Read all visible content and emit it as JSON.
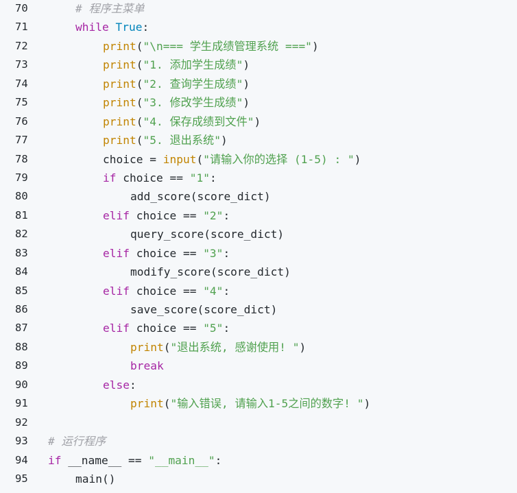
{
  "code_view": {
    "lines": [
      {
        "num": "70",
        "indent": 1,
        "tokens": [
          {
            "t": "cm",
            "v": "# 程序主菜单"
          }
        ]
      },
      {
        "num": "71",
        "indent": 1,
        "tokens": [
          {
            "t": "kw",
            "v": "while"
          },
          {
            "t": "plain",
            "v": " "
          },
          {
            "t": "bool",
            "v": "True"
          },
          {
            "t": "plain",
            "v": ":"
          }
        ]
      },
      {
        "num": "72",
        "indent": 2,
        "tokens": [
          {
            "t": "fn",
            "v": "print"
          },
          {
            "t": "plain",
            "v": "("
          },
          {
            "t": "str",
            "v": "\"\\n=== 学生成绩管理系统 ===\""
          },
          {
            "t": "plain",
            "v": ")"
          }
        ]
      },
      {
        "num": "73",
        "indent": 2,
        "tokens": [
          {
            "t": "fn",
            "v": "print"
          },
          {
            "t": "plain",
            "v": "("
          },
          {
            "t": "str",
            "v": "\"1. 添加学生成绩\""
          },
          {
            "t": "plain",
            "v": ")"
          }
        ]
      },
      {
        "num": "74",
        "indent": 2,
        "tokens": [
          {
            "t": "fn",
            "v": "print"
          },
          {
            "t": "plain",
            "v": "("
          },
          {
            "t": "str",
            "v": "\"2. 查询学生成绩\""
          },
          {
            "t": "plain",
            "v": ")"
          }
        ]
      },
      {
        "num": "75",
        "indent": 2,
        "tokens": [
          {
            "t": "fn",
            "v": "print"
          },
          {
            "t": "plain",
            "v": "("
          },
          {
            "t": "str",
            "v": "\"3. 修改学生成绩\""
          },
          {
            "t": "plain",
            "v": ")"
          }
        ]
      },
      {
        "num": "76",
        "indent": 2,
        "tokens": [
          {
            "t": "fn",
            "v": "print"
          },
          {
            "t": "plain",
            "v": "("
          },
          {
            "t": "str",
            "v": "\"4. 保存成绩到文件\""
          },
          {
            "t": "plain",
            "v": ")"
          }
        ]
      },
      {
        "num": "77",
        "indent": 2,
        "tokens": [
          {
            "t": "fn",
            "v": "print"
          },
          {
            "t": "plain",
            "v": "("
          },
          {
            "t": "str",
            "v": "\"5. 退出系统\""
          },
          {
            "t": "plain",
            "v": ")"
          }
        ]
      },
      {
        "num": "78",
        "indent": 2,
        "tokens": [
          {
            "t": "plain",
            "v": "choice = "
          },
          {
            "t": "fn",
            "v": "input"
          },
          {
            "t": "plain",
            "v": "("
          },
          {
            "t": "str",
            "v": "\"请输入你的选择 (1-5) : \""
          },
          {
            "t": "plain",
            "v": ")"
          }
        ]
      },
      {
        "num": "79",
        "indent": 2,
        "tokens": [
          {
            "t": "kw",
            "v": "if"
          },
          {
            "t": "plain",
            "v": " choice == "
          },
          {
            "t": "str",
            "v": "\"1\""
          },
          {
            "t": "plain",
            "v": ":"
          }
        ]
      },
      {
        "num": "80",
        "indent": 3,
        "tokens": [
          {
            "t": "plain",
            "v": "add_score(score_dict)"
          }
        ]
      },
      {
        "num": "81",
        "indent": 2,
        "tokens": [
          {
            "t": "kw",
            "v": "elif"
          },
          {
            "t": "plain",
            "v": " choice == "
          },
          {
            "t": "str",
            "v": "\"2\""
          },
          {
            "t": "plain",
            "v": ":"
          }
        ]
      },
      {
        "num": "82",
        "indent": 3,
        "tokens": [
          {
            "t": "plain",
            "v": "query_score(score_dict)"
          }
        ]
      },
      {
        "num": "83",
        "indent": 2,
        "tokens": [
          {
            "t": "kw",
            "v": "elif"
          },
          {
            "t": "plain",
            "v": " choice == "
          },
          {
            "t": "str",
            "v": "\"3\""
          },
          {
            "t": "plain",
            "v": ":"
          }
        ]
      },
      {
        "num": "84",
        "indent": 3,
        "tokens": [
          {
            "t": "plain",
            "v": "modify_score(score_dict)"
          }
        ]
      },
      {
        "num": "85",
        "indent": 2,
        "tokens": [
          {
            "t": "kw",
            "v": "elif"
          },
          {
            "t": "plain",
            "v": " choice == "
          },
          {
            "t": "str",
            "v": "\"4\""
          },
          {
            "t": "plain",
            "v": ":"
          }
        ]
      },
      {
        "num": "86",
        "indent": 3,
        "tokens": [
          {
            "t": "plain",
            "v": "save_score(score_dict)"
          }
        ]
      },
      {
        "num": "87",
        "indent": 2,
        "tokens": [
          {
            "t": "kw",
            "v": "elif"
          },
          {
            "t": "plain",
            "v": " choice == "
          },
          {
            "t": "str",
            "v": "\"5\""
          },
          {
            "t": "plain",
            "v": ":"
          }
        ]
      },
      {
        "num": "88",
        "indent": 3,
        "tokens": [
          {
            "t": "fn",
            "v": "print"
          },
          {
            "t": "plain",
            "v": "("
          },
          {
            "t": "str",
            "v": "\"退出系统, 感谢使用! \""
          },
          {
            "t": "plain",
            "v": ")"
          }
        ]
      },
      {
        "num": "89",
        "indent": 3,
        "tokens": [
          {
            "t": "kw",
            "v": "break"
          }
        ]
      },
      {
        "num": "90",
        "indent": 2,
        "tokens": [
          {
            "t": "kw",
            "v": "else"
          },
          {
            "t": "plain",
            "v": ":"
          }
        ]
      },
      {
        "num": "91",
        "indent": 3,
        "tokens": [
          {
            "t": "fn",
            "v": "print"
          },
          {
            "t": "plain",
            "v": "("
          },
          {
            "t": "str",
            "v": "\"输入错误, 请输入1-5之间的数字! \""
          },
          {
            "t": "plain",
            "v": ")"
          }
        ]
      },
      {
        "num": "92",
        "indent": 0,
        "tokens": []
      },
      {
        "num": "93",
        "indent": 0,
        "tokens": [
          {
            "t": "cm",
            "v": "# 运行程序"
          }
        ]
      },
      {
        "num": "94",
        "indent": 0,
        "tokens": [
          {
            "t": "kw",
            "v": "if"
          },
          {
            "t": "plain",
            "v": " __name__ == "
          },
          {
            "t": "str",
            "v": "\"__main__\""
          },
          {
            "t": "plain",
            "v": ":"
          }
        ]
      },
      {
        "num": "95",
        "indent": 1,
        "tokens": [
          {
            "t": "plain",
            "v": "main()"
          }
        ]
      }
    ]
  },
  "colors": {
    "background": "#f6f8fa",
    "line_number": "#24292e",
    "keyword": "#a626a4",
    "builtin_constant": "#0184bb",
    "function": "#c18401",
    "string": "#50a14f",
    "comment": "#a0a1a7",
    "plain": "#24292e"
  }
}
